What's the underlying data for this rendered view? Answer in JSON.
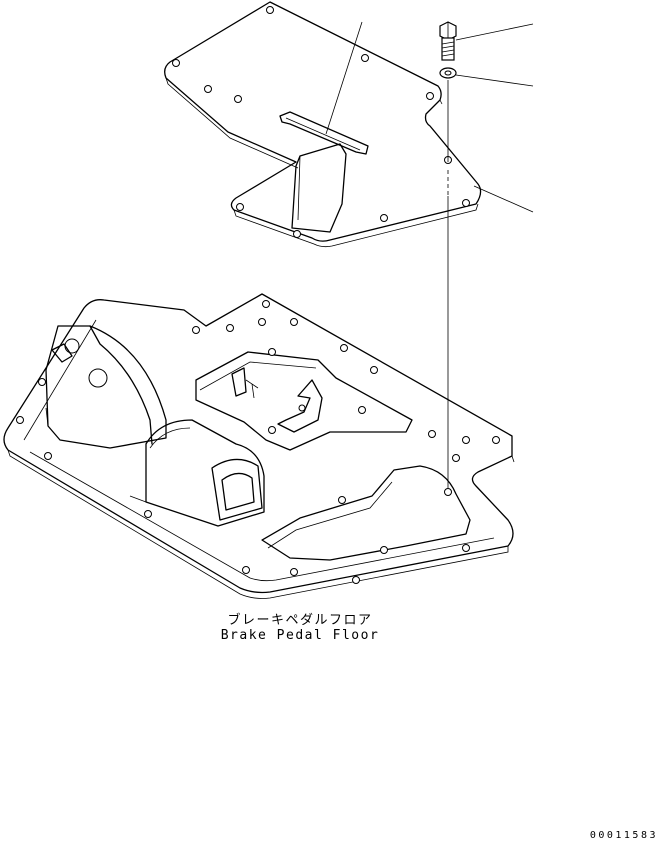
{
  "caption": {
    "japanese": "ブレーキペダルフロア",
    "english": "Brake Pedal Floor"
  },
  "part_number": "00011583",
  "colors": {
    "line": "#000000",
    "background": "#ffffff"
  }
}
